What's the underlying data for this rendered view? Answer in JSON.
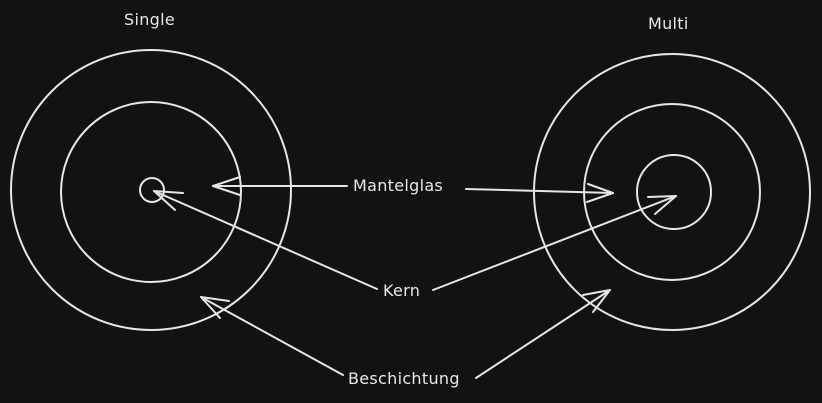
{
  "diagram": {
    "titles": {
      "single": "Single",
      "multi": "Multi"
    },
    "labels": {
      "cladding": "Mantelglas",
      "core": "Kern",
      "coating": "Beschichtung"
    },
    "colors": {
      "background": "#121212",
      "stroke": "#e6e6e6"
    }
  }
}
